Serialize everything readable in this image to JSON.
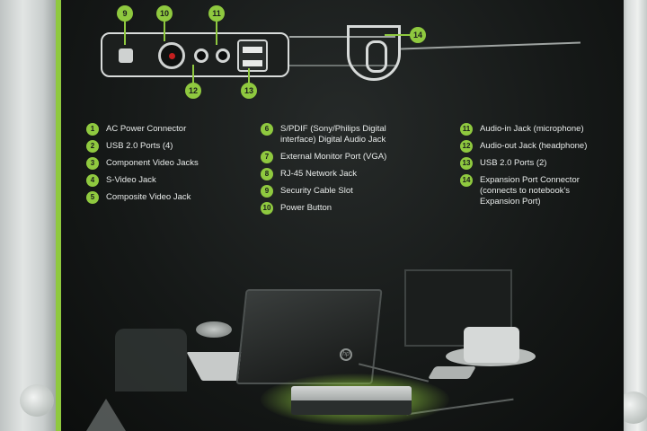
{
  "callouts": {
    "c9": "9",
    "c10": "10",
    "c11": "11",
    "c12": "12",
    "c13": "13",
    "c14": "14"
  },
  "legend": {
    "col1": [
      {
        "num": "1",
        "label": "AC Power Connector"
      },
      {
        "num": "2",
        "label": "USB 2.0 Ports (4)"
      },
      {
        "num": "3",
        "label": "Component Video Jacks"
      },
      {
        "num": "4",
        "label": "S-Video Jack"
      },
      {
        "num": "5",
        "label": "Composite Video Jack"
      }
    ],
    "col2": [
      {
        "num": "6",
        "label": "S/PDIF (Sony/Philips Digital interface) Digital Audio Jack"
      },
      {
        "num": "7",
        "label": "External Monitor Port (VGA)"
      },
      {
        "num": "8",
        "label": "RJ-45 Network Jack"
      },
      {
        "num": "9",
        "label": "Security Cable Slot"
      },
      {
        "num": "10",
        "label": "Power Button"
      }
    ],
    "col3": [
      {
        "num": "11",
        "label": "Audio-in Jack (microphone)"
      },
      {
        "num": "12",
        "label": "Audio-out Jack (headphone)"
      },
      {
        "num": "13",
        "label": "USB 2.0 Ports (2)"
      },
      {
        "num": "14",
        "label": "Expansion Port Connector (connects to notebook's Expansion Port)"
      }
    ]
  },
  "laptop_logo_text": "hp",
  "colors": {
    "accent_green": "#8fc93f",
    "panel_black": "#151817"
  },
  "icons": [
    "lock-icon",
    "power-icon",
    "headphone-icon",
    "microphone-icon",
    "usb-icon",
    "recycle-icon"
  ]
}
